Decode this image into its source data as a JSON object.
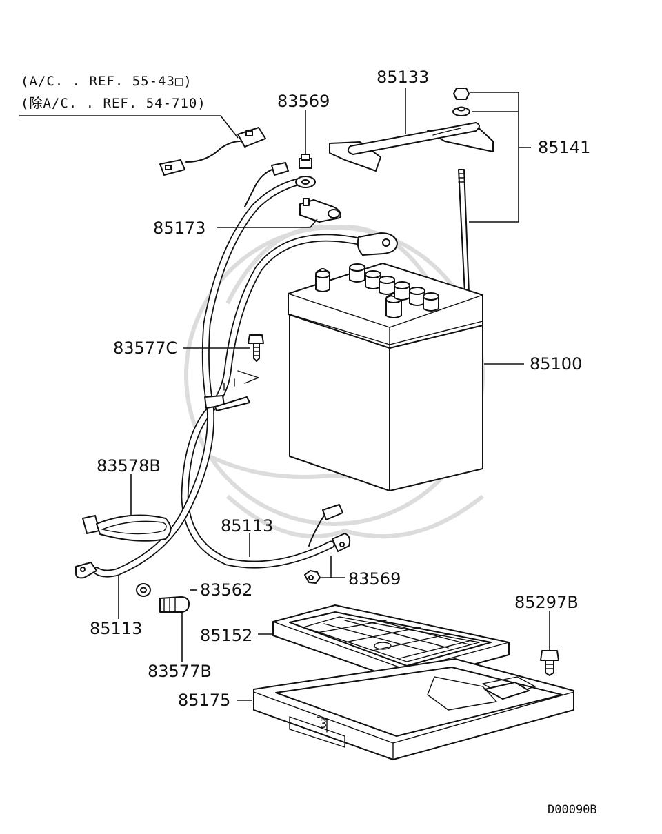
{
  "diagram": {
    "ref_notes": [
      "(A/C. . REF. 55-43□)",
      "(除A/C. . REF. 54-710)"
    ],
    "parts": {
      "p85133": "85133",
      "p83569_top": "83569",
      "p85141": "85141",
      "p85173": "85173",
      "p83577c": "83577C",
      "p85100": "85100",
      "p83578b": "83578B",
      "p85113_mid": "85113",
      "p83569_bottom": "83569",
      "p83562": "83562",
      "p85113_left": "85113",
      "p85152": "85152",
      "p83577b": "83577B",
      "p85297b": "85297B",
      "p85175": "85175"
    },
    "diagram_code": "D00090B"
  }
}
